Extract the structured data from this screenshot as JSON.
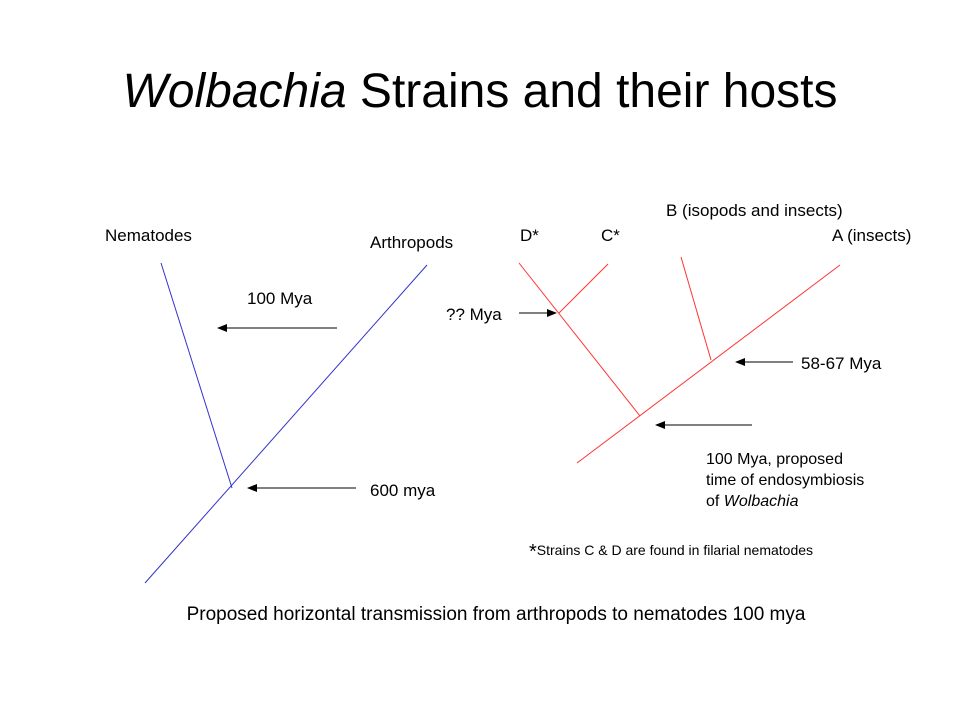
{
  "title": {
    "italic": "Wolbachia",
    "rest": " Strains and their hosts"
  },
  "left_tree": {
    "nematodes": "Nematodes",
    "arthropods": "Arthropods",
    "arrow_100": "100 Mya",
    "arrow_600": "600 mya",
    "colors": {
      "branch": "#3333cc"
    }
  },
  "right_tree": {
    "d": "D*",
    "c": "C*",
    "b": "B (isopods and insects)",
    "a": "A (insects)",
    "unknown": "?? Mya",
    "range": "58-67 Mya",
    "endo_line1": "100 Mya, proposed",
    "endo_line2": "time of endosymbiosis",
    "endo_line3_prefix": "of ",
    "endo_line3_italic": "Wolbachia",
    "colors": {
      "branch": "#ff3333"
    }
  },
  "footnote": {
    "star": "*",
    "text": "Strains C & D are found in filarial nematodes"
  },
  "caption": "Proposed horizontal transmission from arthropods to nematodes 100 mya"
}
